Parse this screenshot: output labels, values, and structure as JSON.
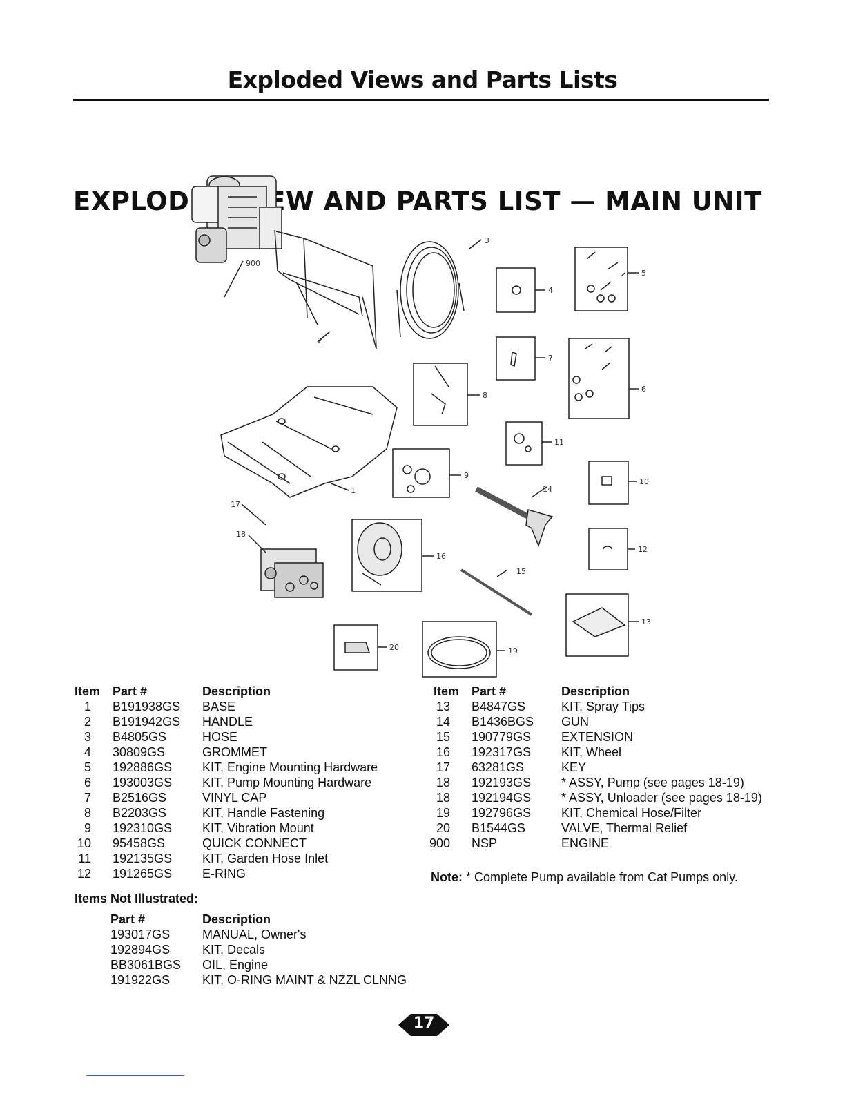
{
  "page": {
    "header_title": "Exploded Views and Parts Lists",
    "section_title": "EXPLODED VIEW AND PARTS LIST — MAIN UNIT",
    "page_number": "17"
  },
  "diagram": {
    "callouts": [
      "900",
      "2",
      "3",
      "4",
      "5",
      "7",
      "8",
      "6",
      "11",
      "9",
      "1",
      "10",
      "14",
      "17",
      "18",
      "16",
      "15",
      "12",
      "13",
      "20",
      "19"
    ]
  },
  "parts_table": {
    "headers": {
      "item": "Item",
      "part": "Part #",
      "description": "Description"
    },
    "left": [
      {
        "item": "1",
        "part": "B191938GS",
        "description": "BASE"
      },
      {
        "item": "2",
        "part": "B191942GS",
        "description": "HANDLE"
      },
      {
        "item": "3",
        "part": "B4805GS",
        "description": "HOSE"
      },
      {
        "item": "4",
        "part": "30809GS",
        "description": "GROMMET"
      },
      {
        "item": "5",
        "part": "192886GS",
        "description": "KIT, Engine Mounting Hardware"
      },
      {
        "item": "6",
        "part": "193003GS",
        "description": "KIT, Pump Mounting Hardware"
      },
      {
        "item": "7",
        "part": "B2516GS",
        "description": "VINYL CAP"
      },
      {
        "item": "8",
        "part": "B2203GS",
        "description": "KIT, Handle Fastening"
      },
      {
        "item": "9",
        "part": "192310GS",
        "description": "KIT, Vibration Mount"
      },
      {
        "item": "10",
        "part": "95458GS",
        "description": "QUICK CONNECT"
      },
      {
        "item": "11",
        "part": "192135GS",
        "description": "KIT, Garden Hose Inlet"
      },
      {
        "item": "12",
        "part": "191265GS",
        "description": "E-RING"
      }
    ],
    "right": [
      {
        "item": "13",
        "part": "B4847GS",
        "description": "KIT, Spray Tips"
      },
      {
        "item": "14",
        "part": "B1436BGS",
        "description": "GUN"
      },
      {
        "item": "15",
        "part": "190779GS",
        "description": "EXTENSION"
      },
      {
        "item": "16",
        "part": "192317GS",
        "description": "KIT, Wheel"
      },
      {
        "item": "17",
        "part": "63281GS",
        "description": "KEY"
      },
      {
        "item": "18",
        "part": "192193GS",
        "description": "* ASSY, Pump (see pages 18-19)"
      },
      {
        "item": "18",
        "part": "192194GS",
        "description": "* ASSY, Unloader (see pages 18-19)"
      },
      {
        "item": "19",
        "part": "192796GS",
        "description": "KIT, Chemical Hose/Filter"
      },
      {
        "item": "20",
        "part": "B1544GS",
        "description": "VALVE, Thermal Relief"
      },
      {
        "item": "900",
        "part": "NSP",
        "description": "ENGINE"
      }
    ]
  },
  "note": {
    "label": "Note:",
    "text": "* Complete Pump available from Cat Pumps only."
  },
  "not_illustrated": {
    "heading": "Items Not Illustrated:",
    "headers": {
      "part": "Part #",
      "description": "Description"
    },
    "rows": [
      {
        "part": "193017GS",
        "description": "MANUAL, Owner's"
      },
      {
        "part": "192894GS",
        "description": "KIT, Decals"
      },
      {
        "part": "BB3061BGS",
        "description": "OIL, Engine"
      },
      {
        "part": "191922GS",
        "description": "KIT, O-RING MAINT & NZZL CLNNG"
      }
    ]
  }
}
